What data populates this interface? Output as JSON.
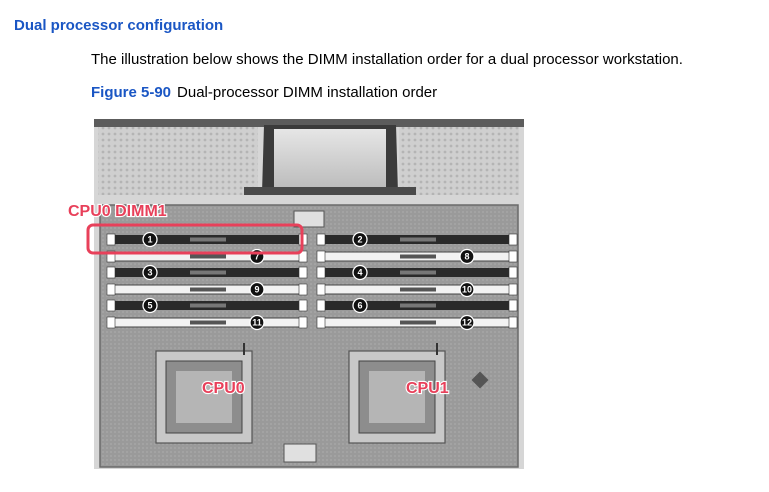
{
  "section": {
    "title": "Dual processor configuration"
  },
  "intro": {
    "text": "The illustration below shows the DIMM installation order for a dual processor workstation."
  },
  "figure": {
    "number": "Figure 5-90",
    "caption": "Dual-processor DIMM installation order"
  },
  "illustration": {
    "callout_dimm": "CPU0 DIMM1",
    "callout_cpu0": "CPU0",
    "callout_cpu1": "CPU1",
    "highlight_color": "#e8405a",
    "left_bank": [
      {
        "slot": "1",
        "side": "left"
      },
      {
        "slot": "7",
        "side": "right"
      },
      {
        "slot": "3",
        "side": "left"
      },
      {
        "slot": "9",
        "side": "right"
      },
      {
        "slot": "5",
        "side": "left"
      },
      {
        "slot": "11",
        "side": "right"
      }
    ],
    "right_bank": [
      {
        "slot": "2",
        "side": "left"
      },
      {
        "slot": "8",
        "side": "right"
      },
      {
        "slot": "4",
        "side": "left"
      },
      {
        "slot": "10",
        "side": "right"
      },
      {
        "slot": "6",
        "side": "left"
      },
      {
        "slot": "12",
        "side": "right"
      }
    ]
  }
}
